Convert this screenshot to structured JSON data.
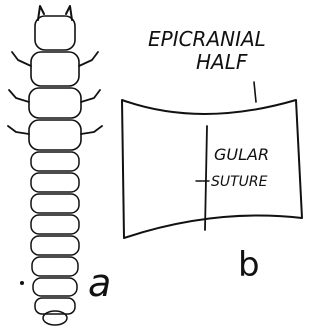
{
  "figure": {
    "panel_a_label": "a",
    "panel_b_label": "b",
    "annotations": {
      "epicranial_line1": "EPICRANIAL",
      "epicranial_line2": "HALF",
      "gular_line1": "GULAR",
      "gular_line2": "SUTURE"
    }
  }
}
